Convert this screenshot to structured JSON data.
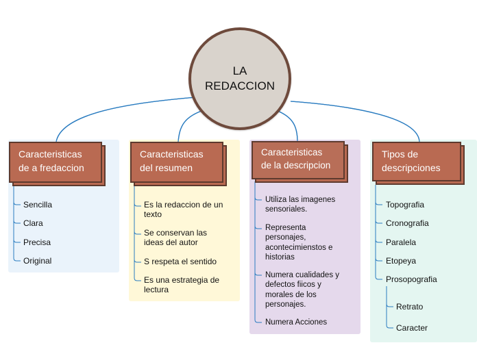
{
  "center": {
    "line1": "LA",
    "line2": "REDACCION"
  },
  "colors": {
    "card": "#b96a52",
    "card_border": "#5d3a2e",
    "center_border": "#6e4a3c",
    "connector": "#2a7cc0"
  },
  "branches": [
    {
      "title_line1": "Caracteristicas",
      "title_line2": "de a fredaccion",
      "items": [
        "Sencilla",
        "Clara",
        "Precisa",
        "Original"
      ]
    },
    {
      "title_line1": "Caracteristicas",
      "title_line2": "del resumen",
      "items": [
        [
          "Es la redaccion de un",
          "texto"
        ],
        [
          "Se conservan las",
          "ideas del autor"
        ],
        [
          "S respeta el sentido"
        ],
        [
          "Es una estrategia de",
          "lectura"
        ]
      ]
    },
    {
      "title_line1": "Caracteristicas",
      "title_line2": "de la descripcion",
      "items": [
        [
          "Utiliza las imagenes",
          "sensoriales."
        ],
        [
          "Representa",
          "personajes,",
          "acontecimienstos e",
          "historias"
        ],
        [
          "Numera cualidades y",
          "defectos fiicos y",
          "morales de los",
          "personajes."
        ],
        [
          "Numera Acciones"
        ]
      ]
    },
    {
      "title_line1": "Tipos de",
      "title_line2": "descripciones",
      "items": [
        "Topografia",
        "Cronografia",
        "Paralela",
        "Etopeya",
        "Prosopografia"
      ],
      "subitems": [
        "Retrato",
        "Caracter"
      ]
    }
  ]
}
